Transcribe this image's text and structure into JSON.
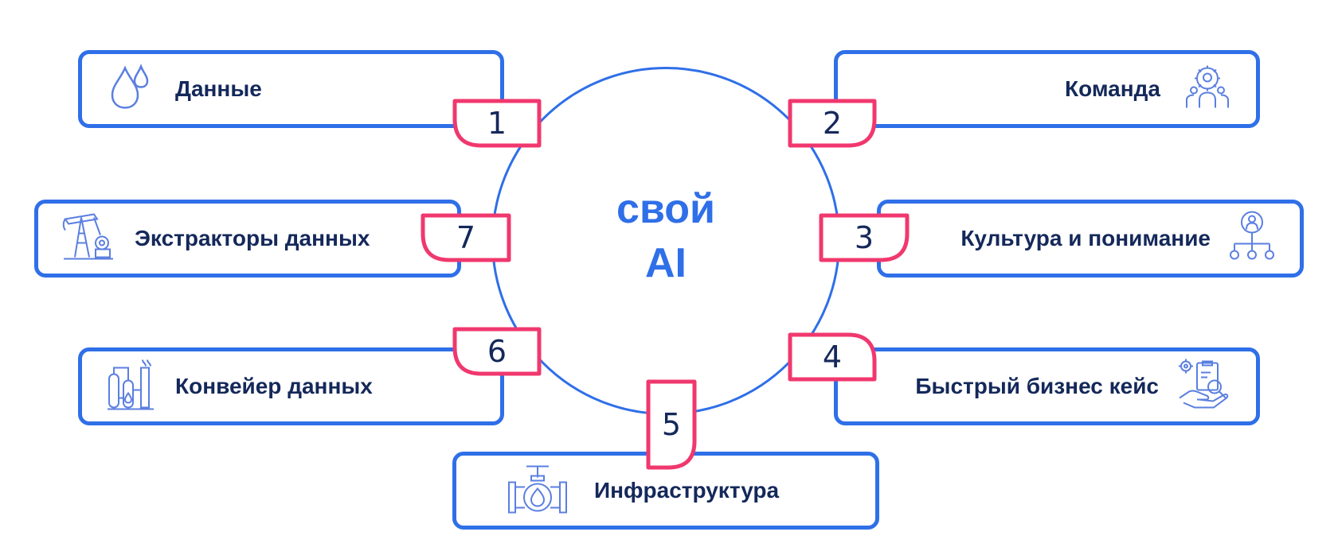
{
  "center": {
    "line1": "свой",
    "line2": "AI"
  },
  "items": [
    {
      "number": "1",
      "label": "Данные",
      "icon": "drops-icon"
    },
    {
      "number": "2",
      "label": "Команда",
      "icon": "team-gear-icon"
    },
    {
      "number": "3",
      "label": "Культура и понимание",
      "icon": "hierarchy-person-icon"
    },
    {
      "number": "4",
      "label": "Быстрый бизнес кейс",
      "icon": "hand-document-search-icon"
    },
    {
      "number": "5",
      "label": "Инфраструктура",
      "icon": "pipe-valve-icon"
    },
    {
      "number": "6",
      "label": "Конвейер данных",
      "icon": "refinery-icon"
    },
    {
      "number": "7",
      "label": "Экстракторы данных",
      "icon": "oil-pump-icon"
    }
  ],
  "colors": {
    "accent": "#2f6fe8",
    "tab_border": "#f0386e",
    "text": "#14285a"
  }
}
